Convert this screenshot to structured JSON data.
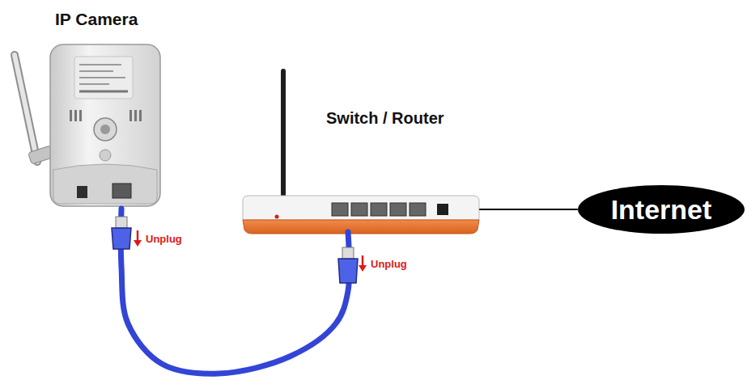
{
  "diagram": {
    "nodes": [
      {
        "text": [
          "IP Camera"
        ]
      },
      {
        "text": [
          "Switch / Router"
        ]
      },
      {
        "text": [
          "Internet"
        ]
      }
    ],
    "edges": [
      {
        "from": 0,
        "to": 1,
        "arrow": "none"
      },
      {
        "from": 1,
        "to": 2,
        "arrow": "none"
      }
    ],
    "labels": [
      "Unplug",
      "Unplug"
    ]
  }
}
